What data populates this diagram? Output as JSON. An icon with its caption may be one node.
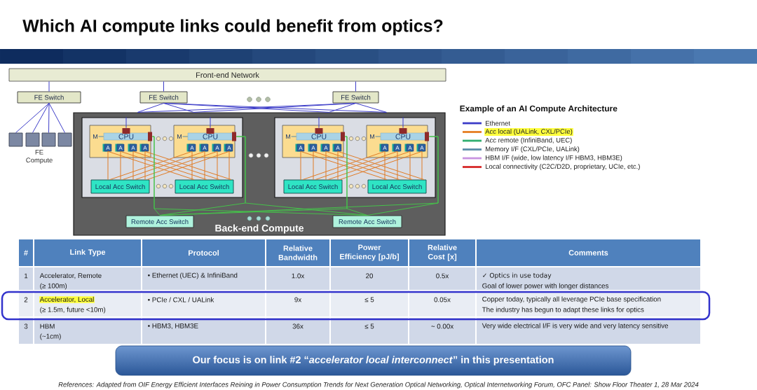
{
  "diagram": {
    "title": "Which AI compute links could benefit from optics?",
    "nodes": [
      {
        "text": [
          "Front-end Network"
        ]
      },
      {
        "text": [
          "FE Switch"
        ]
      },
      {
        "text": [
          "FE Switch"
        ]
      },
      {
        "text": [
          "FE Switch"
        ]
      },
      {
        "text": [],
        "shape": "box"
      },
      {
        "text": [],
        "shape": "box"
      },
      {
        "text": [],
        "shape": "box"
      },
      {
        "text": [],
        "shape": "box"
      },
      {
        "text": [
          "Back-end Compute"
        ]
      },
      {
        "text": [],
        "shape": "box",
        "in": 8
      },
      {
        "text": [],
        "shape": "box",
        "in": 8
      },
      {
        "text": [],
        "shape": "box",
        "in": 9
      },
      {
        "text": [
          "M"
        ],
        "in": 11
      },
      {
        "text": [
          "CPU"
        ],
        "in": 11
      },
      {
        "text": [
          "A"
        ],
        "in": 11
      },
      {
        "text": [
          "A"
        ],
        "in": 11
      },
      {
        "text": [
          "A"
        ],
        "in": 11
      },
      {
        "text": [
          "A"
        ],
        "in": 11
      },
      {
        "text": [],
        "shape": "box",
        "in": 9
      },
      {
        "text": [
          "M"
        ],
        "in": 18
      },
      {
        "text": [
          "CPU"
        ],
        "in": 18
      },
      {
        "text": [
          "A"
        ],
        "in": 18
      },
      {
        "text": [
          "A"
        ],
        "in": 18
      },
      {
        "text": [
          "A"
        ],
        "in": 18
      },
      {
        "text": [
          "A"
        ],
        "in": 18
      },
      {
        "text": [],
        "shape": "box",
        "in": 10
      },
      {
        "text": [
          "M"
        ],
        "in": 25
      },
      {
        "text": [
          "CPU"
        ],
        "in": 25
      },
      {
        "text": [
          "A"
        ],
        "in": 25
      },
      {
        "text": [
          "A"
        ],
        "in": 25
      },
      {
        "text": [
          "A"
        ],
        "in": 25
      },
      {
        "text": [
          "A"
        ],
        "in": 25
      },
      {
        "text": [],
        "shape": "box",
        "in": 10
      },
      {
        "text": [
          "M"
        ],
        "in": 32
      },
      {
        "text": [
          "CPU"
        ],
        "in": 32
      },
      {
        "text": [
          "A"
        ],
        "in": 32
      },
      {
        "text": [
          "A"
        ],
        "in": 32
      },
      {
        "text": [
          "A"
        ],
        "in": 32
      },
      {
        "text": [
          "A"
        ],
        "in": 32
      },
      {
        "text": [
          "Local Acc Switch"
        ],
        "in": 9
      },
      {
        "text": [
          "Local Acc Switch"
        ],
        "in": 9
      },
      {
        "text": [
          "Local Acc Switch"
        ],
        "in": 10
      },
      {
        "text": [
          "Local Acc Switch"
        ],
        "in": 10
      },
      {
        "text": [
          "Remote Acc Switch"
        ],
        "in": 8
      },
      {
        "text": [
          "Remote Acc Switch"
        ],
        "in": 8
      },
      {
        "text": [
          "Our focus is on link #2 “*accelerator local interconnect*” in this presentation"
        ]
      }
    ],
    "edges": [
      {
        "from": 0,
        "to": 1,
        "arrow": "none",
        "color": "#3c3cc8"
      },
      {
        "from": 0,
        "to": 2,
        "arrow": "none",
        "color": "#3c3cc8"
      },
      {
        "from": 0,
        "to": 3,
        "arrow": "none",
        "color": "#3c3cc8"
      },
      {
        "from": 1,
        "to": 4,
        "arrow": "none",
        "color": "#3c3cc8"
      },
      {
        "from": 1,
        "to": 5,
        "arrow": "none",
        "color": "#3c3cc8"
      },
      {
        "from": 1,
        "to": 6,
        "arrow": "none",
        "color": "#3c3cc8"
      },
      {
        "from": 1,
        "to": 7,
        "arrow": "none",
        "color": "#3c3cc8"
      },
      {
        "from": 2,
        "to": 8,
        "arrow": "none",
        "color": "#3c3cc8"
      },
      {
        "from": 2,
        "to": 8,
        "arrow": "none",
        "color": "#3c3cc8"
      },
      {
        "from": 2,
        "to": 8,
        "arrow": "none",
        "color": "#3c3cc8"
      },
      {
        "from": 2,
        "to": 8,
        "arrow": "none",
        "color": "#3c3cc8"
      },
      {
        "from": 3,
        "to": 8,
        "arrow": "none",
        "color": "#3c3cc8"
      },
      {
        "from": 3,
        "to": 8,
        "arrow": "none",
        "color": "#3c3cc8"
      },
      {
        "from": 3,
        "to": 8,
        "arrow": "none",
        "color": "#3c3cc8"
      },
      {
        "from": 3,
        "to": 8,
        "arrow": "none",
        "color": "#3c3cc8"
      },
      {
        "from": 9,
        "to": 13,
        "arrow": "none",
        "color": "#3c3cc8"
      },
      {
        "from": 9,
        "to": 20,
        "arrow": "none",
        "color": "#3c3cc8"
      },
      {
        "from": 10,
        "to": 27,
        "arrow": "none",
        "color": "#3c3cc8"
      },
      {
        "from": 10,
        "to": 34,
        "arrow": "none",
        "color": "#3c3cc8"
      },
      {
        "from": 12,
        "to": 13,
        "arrow": "none",
        "color": "#5a8ca8"
      },
      {
        "from": 19,
        "to": 20,
        "arrow": "none",
        "color": "#5a8ca8"
      },
      {
        "from": 26,
        "to": 27,
        "arrow": "none",
        "color": "#5a8ca8"
      },
      {
        "from": 33,
        "to": 34,
        "arrow": "none",
        "color": "#5a8ca8"
      },
      {
        "from": 14,
        "to": 39,
        "arrow": "none"
      },
      {
        "from": 14,
        "to": 40,
        "arrow": "none"
      },
      {
        "from": 15,
        "to": 39,
        "arrow": "none"
      },
      {
        "from": 15,
        "to": 40,
        "arrow": "none"
      },
      {
        "from": 16,
        "to": 39,
        "arrow": "none"
      },
      {
        "from": 16,
        "to": 40,
        "arrow": "none"
      },
      {
        "from": 17,
        "to": 39,
        "arrow": "none"
      },
      {
        "from": 17,
        "to": 40,
        "arrow": "none"
      },
      {
        "from": 21,
        "to": 39,
        "arrow": "none"
      },
      {
        "from": 21,
        "to": 40,
        "arrow": "none"
      },
      {
        "from": 22,
        "to": 39,
        "arrow": "none"
      },
      {
        "from": 22,
        "to": 40,
        "arrow": "none"
      },
      {
        "from": 23,
        "to": 39,
        "arrow": "none"
      },
      {
        "from": 23,
        "to": 40,
        "arrow": "none"
      },
      {
        "from": 24,
        "to": 39,
        "arrow": "none"
      },
      {
        "from": 24,
        "to": 40,
        "arrow": "none"
      },
      {
        "from": 28,
        "to": 41,
        "arrow": "none"
      },
      {
        "from": 28,
        "to": 42,
        "arrow": "none"
      },
      {
        "from": 29,
        "to": 41,
        "arrow": "none"
      },
      {
        "from": 29,
        "to": 42,
        "arrow": "none"
      },
      {
        "from": 30,
        "to": 41,
        "arrow": "none"
      },
      {
        "from": 30,
        "to": 42,
        "arrow": "none"
      },
      {
        "from": 31,
        "to": 41,
        "arrow": "none"
      },
      {
        "from": 31,
        "to": 42,
        "arrow": "none"
      },
      {
        "from": 35,
        "to": 41,
        "arrow": "none"
      },
      {
        "from": 35,
        "to": 42,
        "arrow": "none"
      },
      {
        "from": 36,
        "to": 41,
        "arrow": "none"
      },
      {
        "from": 36,
        "to": 42,
        "arrow": "none"
      },
      {
        "from": 37,
        "to": 41,
        "arrow": "none"
      },
      {
        "from": 37,
        "to": 42,
        "arrow": "none"
      },
      {
        "from": 38,
        "to": 41,
        "arrow": "none"
      },
      {
        "from": 38,
        "to": 42,
        "arrow": "none"
      },
      {
        "from": 13,
        "to": 43,
        "arrow": "none",
        "color": "#45c24a"
      },
      {
        "from": 13,
        "to": 44,
        "arrow": "none",
        "color": "#45c24a"
      },
      {
        "from": 20,
        "to": 43,
        "arrow": "none",
        "color": "#45c24a"
      },
      {
        "from": 20,
        "to": 44,
        "arrow": "none",
        "color": "#45c24a"
      },
      {
        "from": 27,
        "to": 43,
        "arrow": "none",
        "color": "#45c24a"
      },
      {
        "from": 27,
        "to": 44,
        "arrow": "none",
        "color": "#45c24a"
      },
      {
        "from": 34,
        "to": 43,
        "arrow": "none",
        "color": "#45c24a"
      },
      {
        "from": 34,
        "to": 44,
        "arrow": "none",
        "color": "#45c24a"
      }
    ],
    "labels": [
      "FE Compute",
      "Example of an AI Compute Architecture",
      "#",
      "Link Type",
      "Protocol",
      "Relative Bandwidth",
      "Power Efficiency [pJ/b]",
      "Relative Cost [x]",
      "Comments",
      "1",
      "Accelerator, Remote",
      "(≥ 100m)",
      "• Ethernet (UEC) & InfiniBand",
      "1.0x",
      "20",
      "0.5x",
      "✓ Optics in use today",
      "Goal of lower power with longer distances",
      "2",
      "Accelerator, Local",
      "(≥ 1.5m, future <10m)",
      "• PCIe / CXL / UALink",
      "9x",
      "≤ 5",
      "0.05x",
      "Copper today, typically all leverage PCIe base specification",
      "The industry has begun to adapt these links for optics",
      "3",
      "HBM",
      "(~1cm)",
      "• HBM3, HBM3E",
      "36x",
      "≤ 5",
      "~ 0.00x",
      "Very wide electrical I/F is very wide and very latency sensitive",
      "References: Adapted from OIF Energy Efficient Interfaces Reining in Power Consumption Trends for Next Generation Optical Networking, Optical Internetworking Forum, OFC Panel: Show Floor Theater 1, 28 Mar 2024"
    ],
    "legend": [
      {
        "text": "Ethernet",
        "color": "#3c3cc8"
      },
      {
        "text": "Acc local (UALink, CXL/PCIe)",
        "color": "#e67e22"
      },
      {
        "text": "Acc remote (InfiniBand, UEC)",
        "color": "#2fae6e"
      },
      {
        "text": "Memory I/F (CXL/PCIe, UALink)",
        "color": "#5a8ca8"
      },
      {
        "text": "HBM I/F (wide, low latency I/F HBM3, HBM3E)",
        "color": "#c994e0"
      },
      {
        "text": "Local connectivity (C2C/D2D, proprietary, UCIe, etc.)",
        "color": "#d62828"
      }
    ]
  }
}
